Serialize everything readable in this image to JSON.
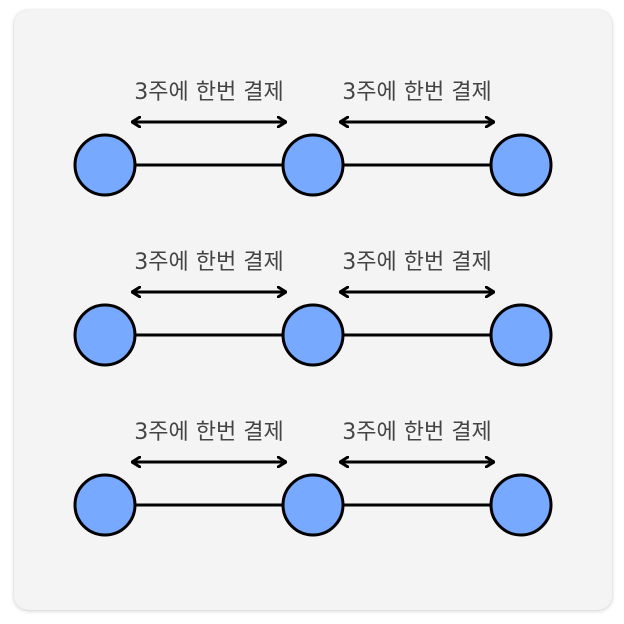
{
  "diagram": {
    "rows": [
      {
        "spans": [
          {
            "label": "3주에 한번 결제"
          },
          {
            "label": "3주에 한번 결제"
          }
        ]
      },
      {
        "spans": [
          {
            "label": "3주에 한번 결제"
          },
          {
            "label": "3주에 한번 결제"
          }
        ]
      },
      {
        "spans": [
          {
            "label": "3주에 한번 결제"
          },
          {
            "label": "3주에 한번 결제"
          }
        ]
      }
    ],
    "colors": {
      "node_fill": "#76a9ff",
      "stroke": "#000000",
      "label": "#444444",
      "background": "#f4f4f4"
    }
  }
}
